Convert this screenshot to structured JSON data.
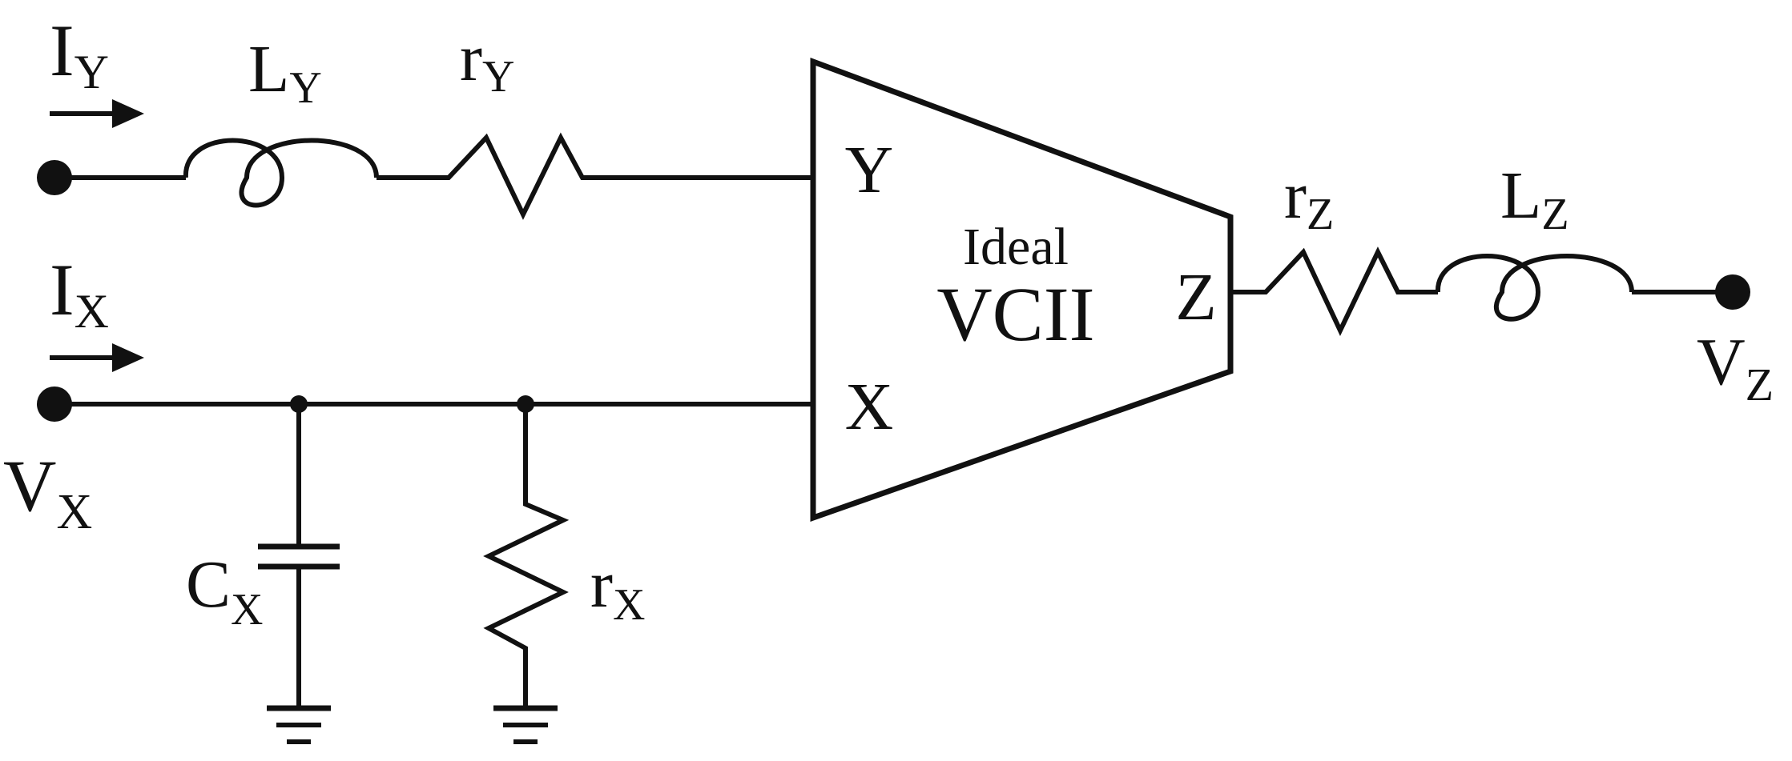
{
  "title": "",
  "block": {
    "line1": "Ideal",
    "line2": "VCII",
    "port_y": "Y",
    "port_x": "X",
    "port_z": "Z"
  },
  "labels": {
    "iy": {
      "main": "I",
      "sub": "Y"
    },
    "ix": {
      "main": "I",
      "sub": "X"
    },
    "ly": {
      "main": "L",
      "sub": "Y"
    },
    "ry": {
      "main": "r",
      "sub": "Y"
    },
    "vx": {
      "main": "V",
      "sub": "X"
    },
    "cx": {
      "main": "C",
      "sub": "X"
    },
    "rx": {
      "main": "r",
      "sub": "X"
    },
    "rz": {
      "main": "r",
      "sub": "Z"
    },
    "lz": {
      "main": "L",
      "sub": "Z"
    },
    "vz": {
      "main": "V",
      "sub": "Z"
    }
  },
  "colors": {
    "ink": "#111111",
    "background": "#ffffff"
  }
}
